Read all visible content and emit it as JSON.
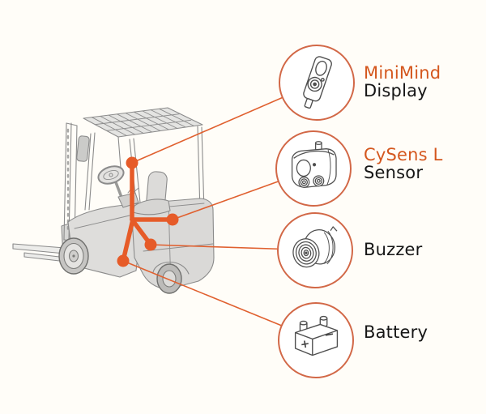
{
  "diagram": {
    "subject": "forklift-component-callout-diagram",
    "accent_color": "#e65b28",
    "circle_stroke_color": "#d26847",
    "callouts": [
      {
        "accent": "MiniMind",
        "label": "Display",
        "icon": "remote-display-icon"
      },
      {
        "accent": "CySens L",
        "label": "Sensor",
        "icon": "sensor-icon"
      },
      {
        "label": "Buzzer",
        "icon": "buzzer-icon"
      },
      {
        "label": "Battery",
        "icon": "battery-icon"
      }
    ],
    "battery_markings": {
      "plus": "+",
      "minus": "−"
    }
  }
}
